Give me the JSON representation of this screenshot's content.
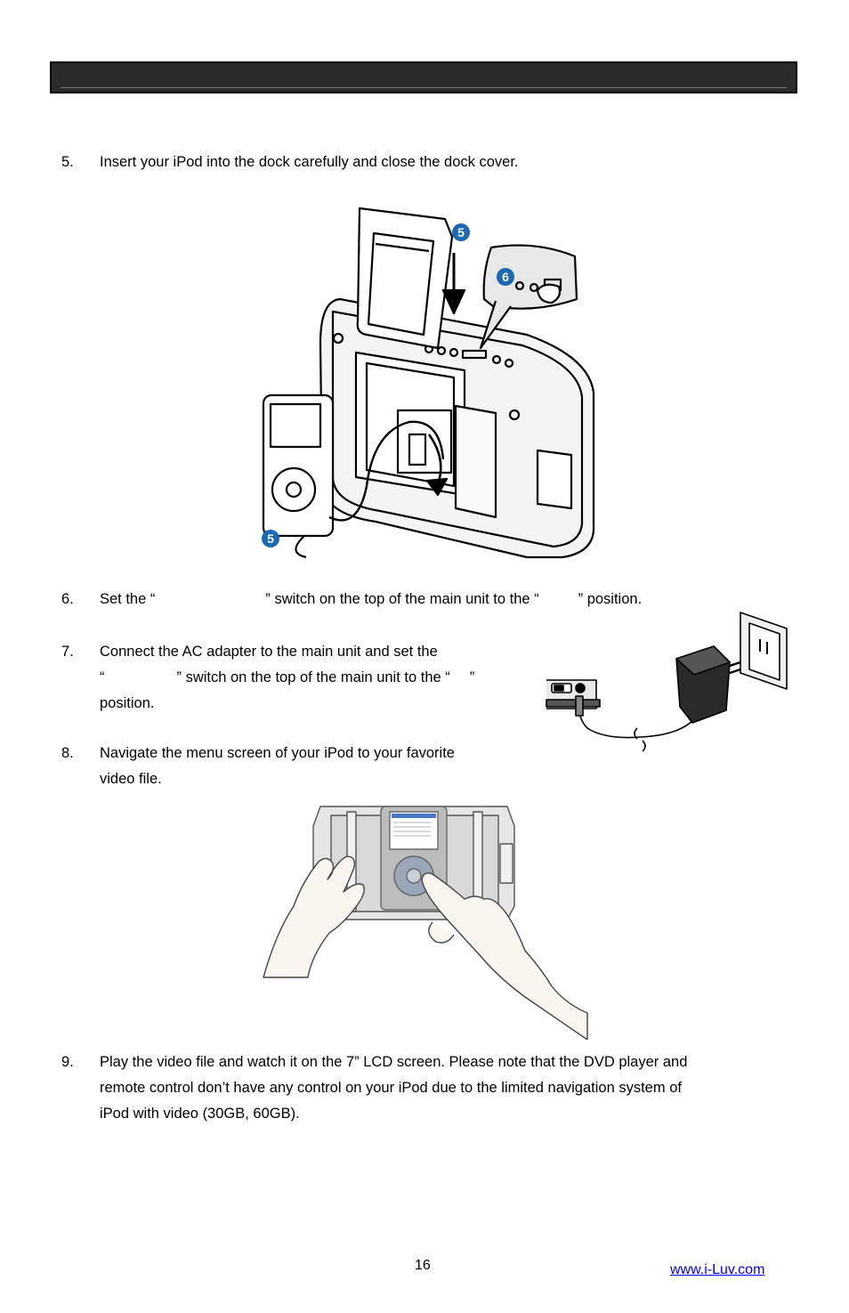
{
  "steps": [
    {
      "num": "5.",
      "text": "Insert your iPod into the dock carefully and close the dock cover."
    },
    {
      "num": "6.",
      "text_a": "Set the “",
      "text_b": "” switch on the top of the main unit to the “",
      "text_c": "” position."
    },
    {
      "num": "7.",
      "line1": "Connect the AC adapter to the main unit and set the",
      "line2_a": "“",
      "line2_b": "” switch on the top of the main unit to the “",
      "line2_c": "”",
      "line3": "position."
    },
    {
      "num": "8.",
      "line1": "Navigate the menu screen of your iPod to your favorite",
      "line2": "video file."
    },
    {
      "num": "9.",
      "line1": "Play the video file and watch it on the 7” LCD screen. Please note that the DVD player and",
      "line2": "remote control don’t have any control on your iPod due to the limited navigation system of",
      "line3": "iPod with video (30GB, 60GB)."
    }
  ],
  "figure1": {
    "badges": [
      "5",
      "6",
      "5"
    ]
  },
  "footer": {
    "page_number": "16",
    "website": "www.i-Luv.com"
  }
}
